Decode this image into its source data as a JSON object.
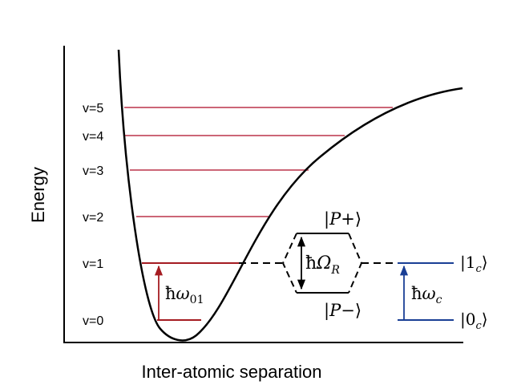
{
  "axes": {
    "y_label": "Energy",
    "x_label": "Inter-atomic separation"
  },
  "vibrational_levels": [
    {
      "label": "v=0"
    },
    {
      "label": "v=1"
    },
    {
      "label": "v=2"
    },
    {
      "label": "v=3"
    },
    {
      "label": "v=4"
    },
    {
      "label": "v=5"
    }
  ],
  "transitions": {
    "molecular": {
      "hbar": "ħ",
      "symbol": "ω",
      "subscript": "01"
    },
    "cavity": {
      "hbar": "ħ",
      "symbol": "ω",
      "subscript": "c"
    },
    "rabi": {
      "hbar": "ħ",
      "symbol": "Ω",
      "subscript": "R"
    }
  },
  "polaritons": {
    "upper": {
      "open": "|",
      "symbol": "P",
      "sign": "+",
      "close": "⟩"
    },
    "lower": {
      "open": "|",
      "symbol": "P",
      "sign": "−",
      "close": "⟩"
    }
  },
  "cavity_states": {
    "ground": {
      "open": "|",
      "digit": "0",
      "subscript": "c",
      "close": "⟩"
    },
    "excited": {
      "open": "|",
      "digit": "1",
      "subscript": "c",
      "close": "⟩"
    }
  },
  "colors": {
    "upper_levels": "#cc6677",
    "lower_levels": "#a51c22",
    "cavity": "#1a3f95",
    "ink": "#000000"
  }
}
